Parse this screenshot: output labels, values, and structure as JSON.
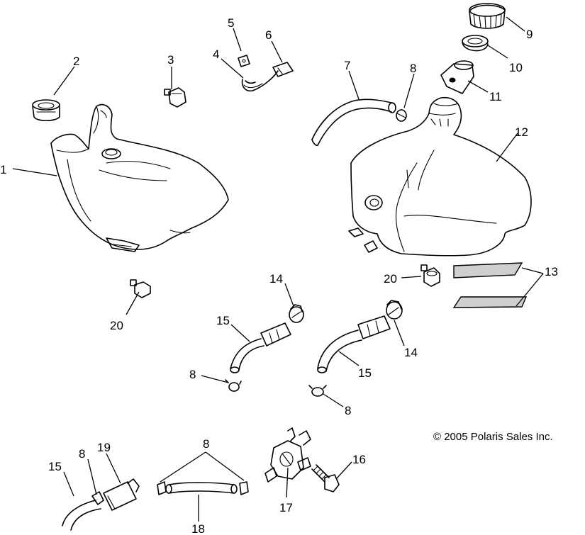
{
  "callouts": {
    "c1": "1",
    "c2": "2",
    "c3": "3",
    "c4": "4",
    "c5": "5",
    "c6": "6",
    "c7": "7",
    "c8a": "8",
    "c8b": "8",
    "c8c": "8",
    "c8d": "8",
    "c8e": "8",
    "c9": "9",
    "c10": "10",
    "c11": "11",
    "c12": "12",
    "c13": "13",
    "c14a": "14",
    "c14b": "14",
    "c15a": "15",
    "c15b": "15",
    "c15c": "15",
    "c16": "16",
    "c17": "17",
    "c18": "18",
    "c19": "19",
    "c20a": "20",
    "c20b": "20"
  },
  "copyright": "© 2005 Polaris Sales Inc."
}
